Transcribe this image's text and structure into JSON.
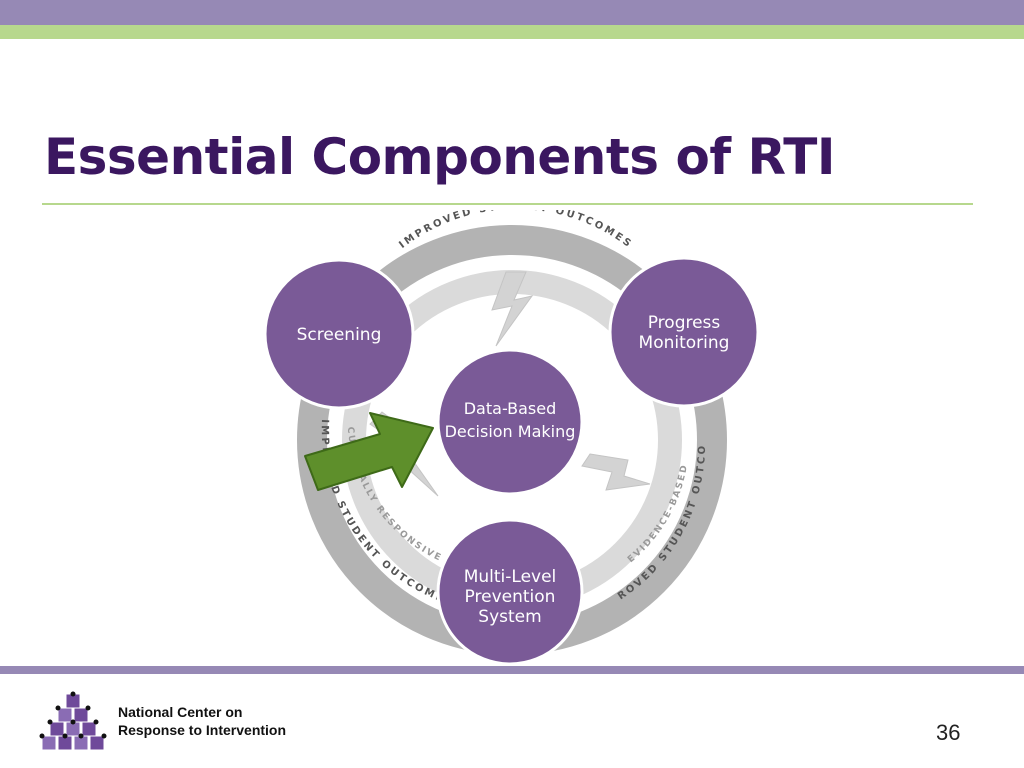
{
  "colors": {
    "header_purple": "#9689b5",
    "header_green": "#b7d88d",
    "title": "#3b1760",
    "circle_fill": "#7a5a97",
    "ring_dark": "#b3b3b3",
    "ring_light": "#dadada",
    "arrow_green": "#5e8f2b"
  },
  "slide": {
    "title": "Essential Components of RTI",
    "page_number": "36"
  },
  "diagram": {
    "center": {
      "line1": "Data-Based",
      "line2": "Decision Making"
    },
    "screening": {
      "label": "Screening"
    },
    "progress_monitoring": {
      "line1": "Progress",
      "line2": "Monitoring"
    },
    "multi_level": {
      "line1": "Multi-Level",
      "line2": "Prevention",
      "line3": "System"
    },
    "outer_ring_text": "IMPROVED STUDENT OUTCOMES",
    "inner_right_text": "EVIDENCE-BASED",
    "inner_left_text": "CULTURALLY RESPONSIVE",
    "pointer_icon": "green-arrow-icon"
  },
  "footer": {
    "org_line1": "National Center on",
    "org_line2": "Response to Intervention",
    "logo_icon": "stacked-cubes-logo-icon"
  }
}
